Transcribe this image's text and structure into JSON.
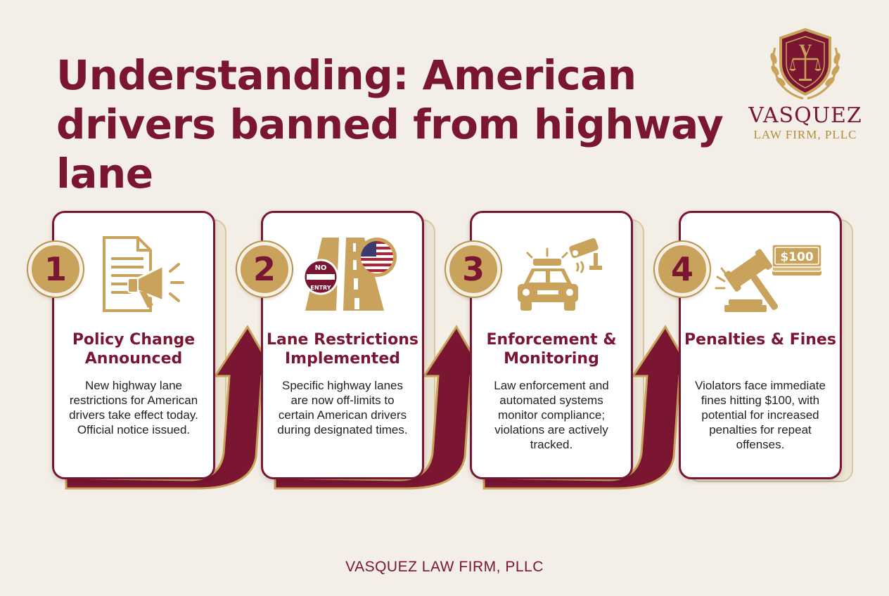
{
  "title": "Understanding: American drivers banned from highway lane",
  "logo": {
    "letter": "V",
    "name": "VASQUEZ",
    "sub": "LAW FIRM, PLLC"
  },
  "steps": [
    {
      "number": "1",
      "title": "Policy Change Announced",
      "text": "New highway lane restrictions for American drivers take effect today. Official notice issued.",
      "icon": "document-megaphone-icon"
    },
    {
      "number": "2",
      "title": "Lane Restrictions Implemented",
      "text": "Specific highway lanes are now off-limits to certain American drivers during designated times.",
      "icon": "highway-no-entry-icon",
      "sign_line1": "NO",
      "sign_line2": "ENTRY"
    },
    {
      "number": "3",
      "title": "Enforcement & Monitoring",
      "text": "Law enforcement and automated systems monitor compliance; violations are actively tracked.",
      "icon": "police-car-camera-icon"
    },
    {
      "number": "4",
      "title": "Penalties & Fines",
      "text": "Violators face immediate fines hitting $100, with potential for increased penalties for repeat offenses.",
      "icon": "gavel-money-icon",
      "bill_label": "$100"
    }
  ],
  "footer": "VASQUEZ LAW FIRM, PLLC",
  "colors": {
    "maroon": "#7a1632",
    "gold": "#c9a35c",
    "background": "#f4efe6"
  }
}
